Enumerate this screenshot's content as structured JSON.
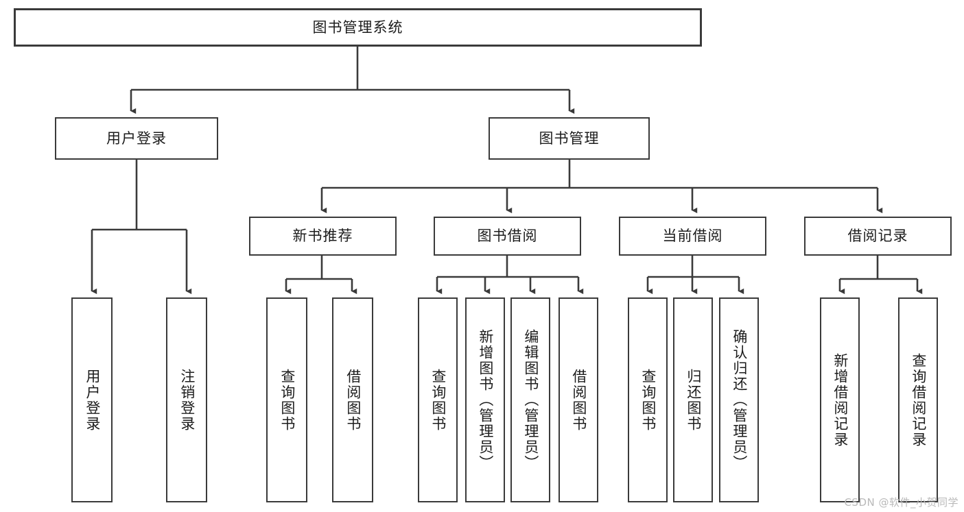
{
  "diagram": {
    "title": "图书管理系统",
    "root": {
      "label": "图书管理系统"
    },
    "level1": [
      {
        "label": "用户登录"
      },
      {
        "label": "图书管理"
      }
    ],
    "level2": [
      {
        "label": "新书推荐"
      },
      {
        "label": "图书借阅"
      },
      {
        "label": "当前借阅"
      },
      {
        "label": "借阅记录"
      }
    ],
    "leaves": [
      {
        "label": "用户登录"
      },
      {
        "label": "注销登录"
      },
      {
        "label": "查询图书"
      },
      {
        "label": "借阅图书"
      },
      {
        "label": "查询图书"
      },
      {
        "label": "新增图书（管理员）"
      },
      {
        "label": "编辑图书（管理员）"
      },
      {
        "label": "借阅图书"
      },
      {
        "label": "查询图书"
      },
      {
        "label": "归还图书"
      },
      {
        "label": "确认归还（管理员）"
      },
      {
        "label": "新增借阅记录"
      },
      {
        "label": "查询借阅记录"
      }
    ]
  },
  "watermark": {
    "text": "CSDN @软件_小贺同学"
  },
  "colors": {
    "stroke": "#3a3a3a",
    "text": "#1c1c1c",
    "background": "#ffffff",
    "watermark": "#b9b9b9"
  }
}
